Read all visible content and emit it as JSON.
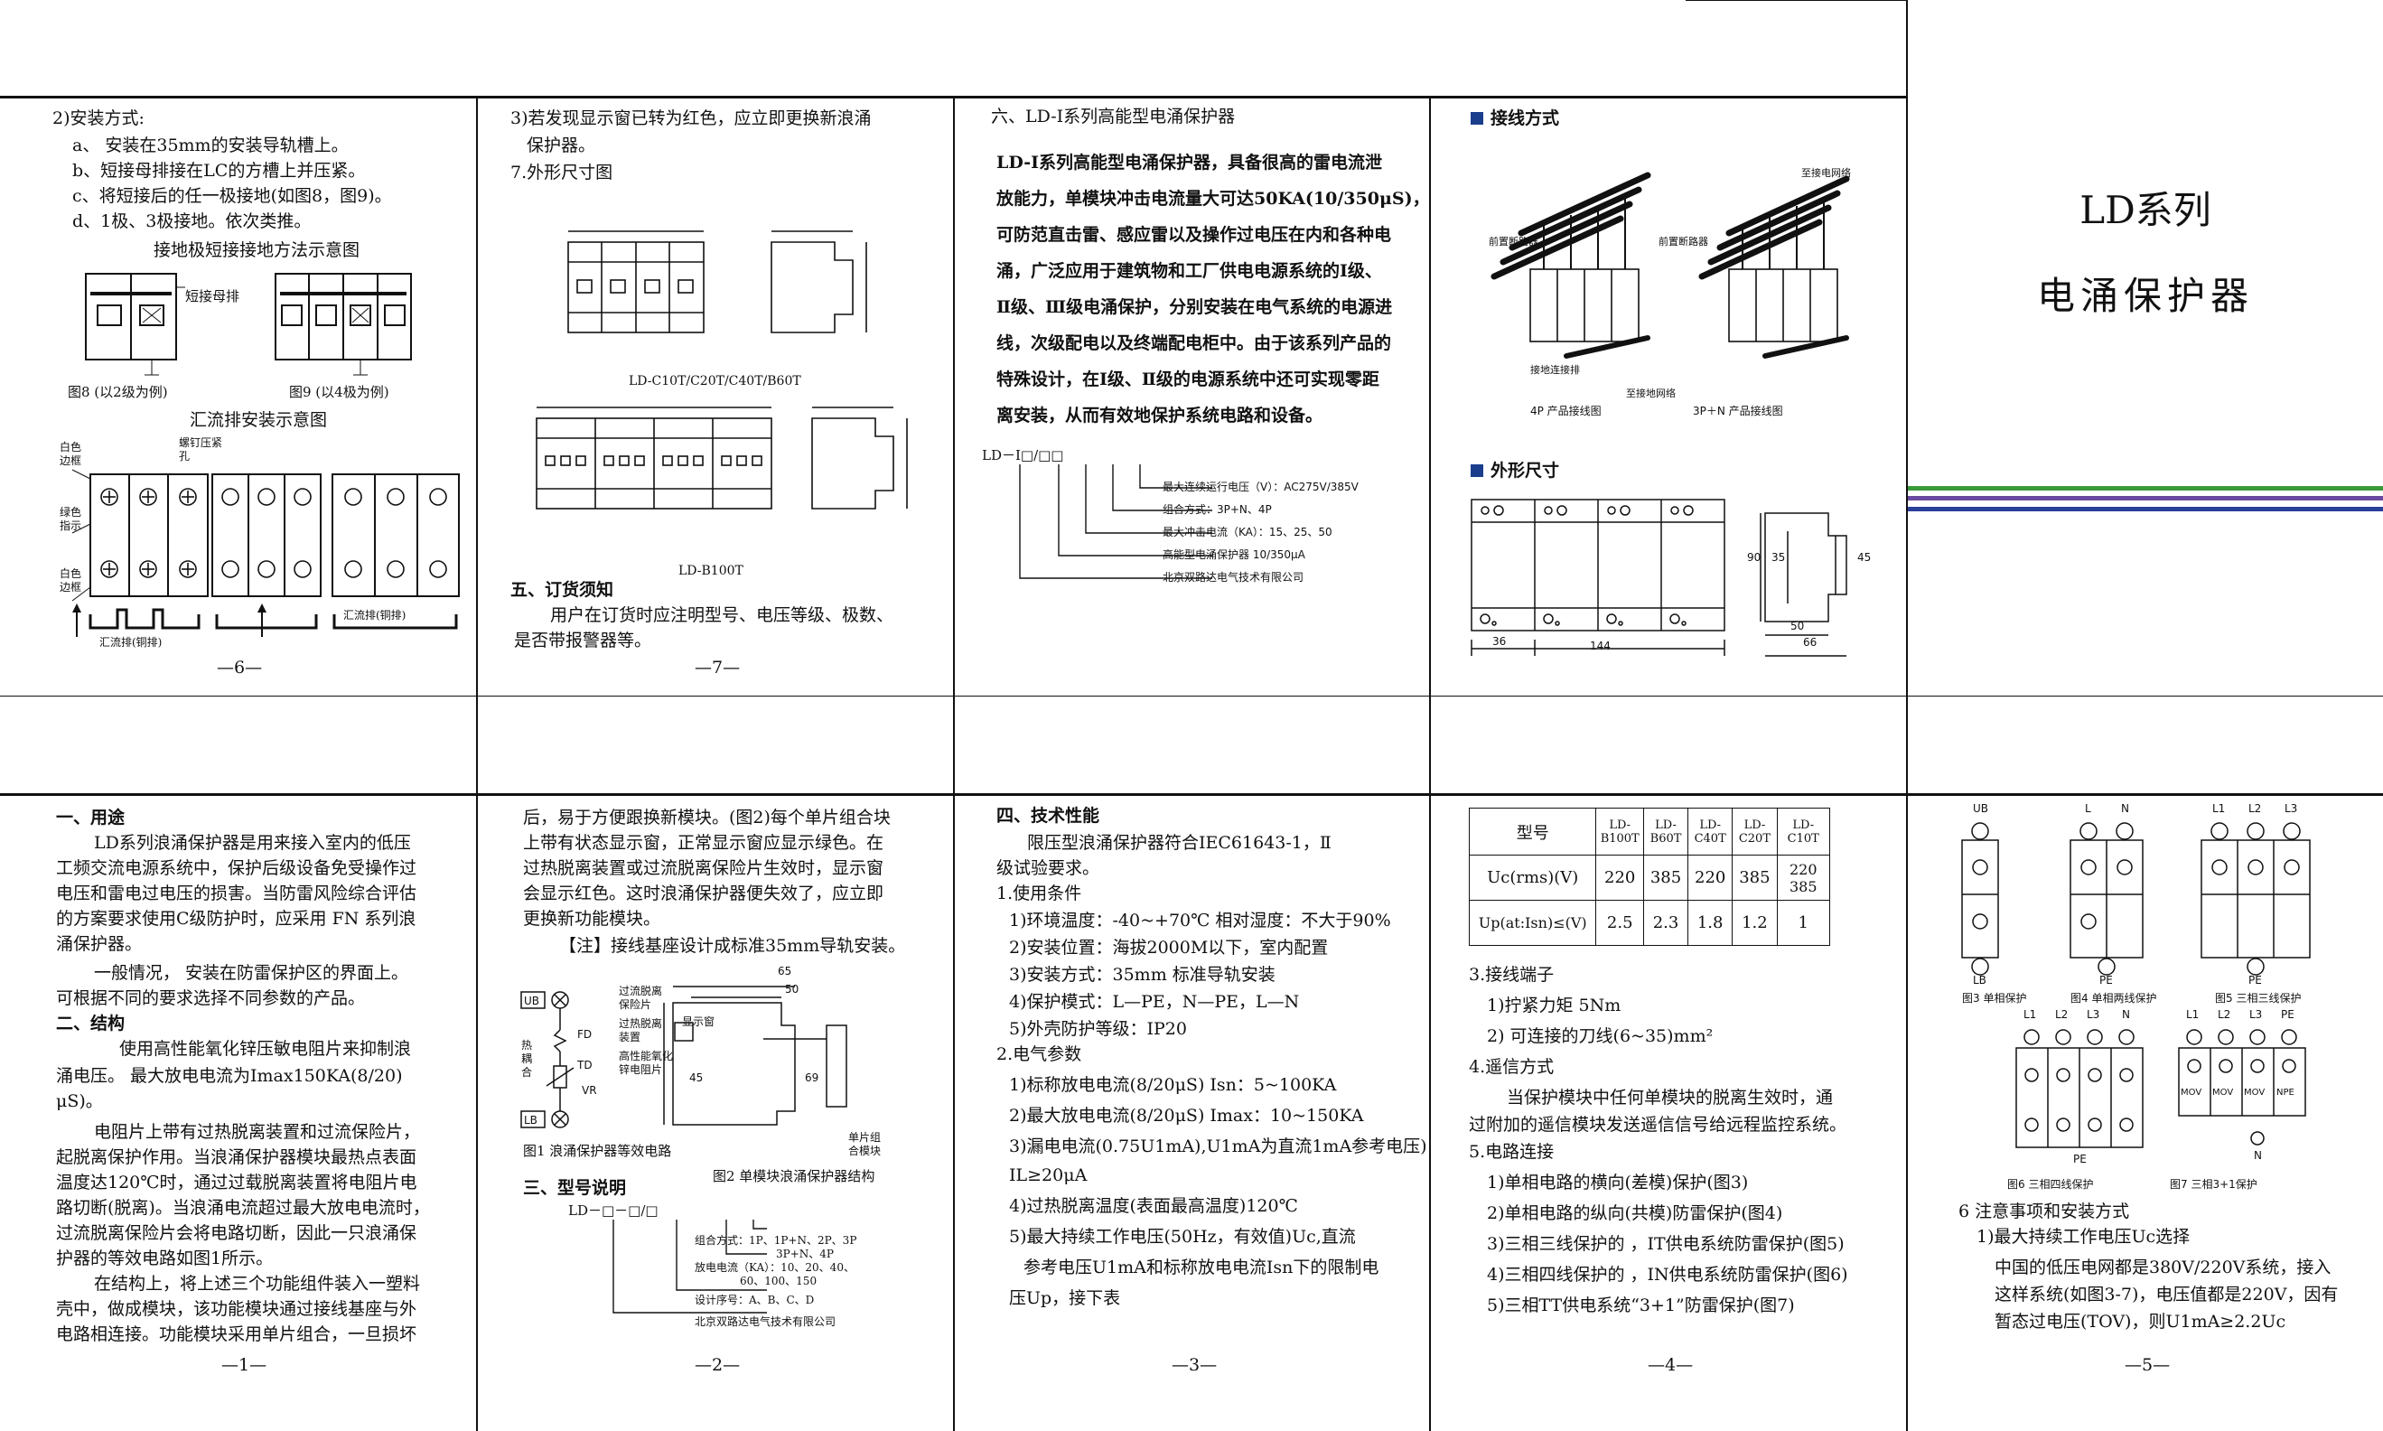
{
  "cover": {
    "title_line1": "LD系列",
    "title_line2": "电涌保护器"
  },
  "page6": {
    "install_heading": "2)安装方式:",
    "install_items": [
      "a、    安装在35mm的安装导轨槽上。",
      "b、短接母排接在LC的方槽上并压紧。",
      "c、将短接后的任一极接地(如图8，图9)。",
      "d、1极、3极接地。依次类推。"
    ],
    "ground_title": "接地极短接接地方法示意图",
    "short_bar_label": "短接母排",
    "fig8": "图8 (以2级为例)",
    "fig9": "图9 (以4极为例)",
    "busbar_title": "汇流排安装示意图",
    "label_white_edge_top": "白色边框",
    "label_screw": "螺钉压紧孔",
    "label_green": "绿色指示",
    "label_white_edge_bottom": "白色边框",
    "busbar_label": "汇流排(铜排)",
    "page_number": "—6—"
  },
  "page7": {
    "lines": [
      "3)若发现显示窗已转为红色，应立即更换新浪涌",
      "保护器。",
      "7.外形尺寸图"
    ],
    "model_top": "LD-C10T/C20T/C40T/B60T",
    "model_bottom": "LD-B100T",
    "order_heading": "五、订货须知",
    "order_text": [
      "用户在订货时应注明型号、电压等级、极数、",
      "是否带报警器等。"
    ],
    "page_number": "—7—"
  },
  "page_ld1": {
    "heading": "六、LD-Ⅰ系列高能型电涌保护器",
    "body": [
      "LD-Ⅰ系列高能型电涌保护器，具备很高的雷电流泄",
      "放能力，单模块冲击电流量大可达50KA(10/350μS)，",
      "可防范直击雷、感应雷以及操作过电压在内和各种电",
      "涌，广泛应用于建筑物和工厂供电电源系统的Ⅰ级、",
      "Ⅱ级、Ⅲ级电涌保护，分别安装在电气系统的电源进",
      "线，次级配电以及终端配电柜中。由于该系列产品的",
      "特殊设计，在Ⅰ级、Ⅱ级的电源系统中还可实现零距",
      "离安装，从而有效地保护系统电路和设备。"
    ],
    "code": "LD－Ⅰ□/□□",
    "code_items": [
      "最大连续运行电压（V）：AC275V/385V",
      "组合方式：3P+N、4P",
      "最大冲击电流（KA）：15、25、50",
      "高能型电涌保护器 10/350μA",
      "北京双路达电气技术有限公司"
    ]
  },
  "page_wiring": {
    "wiring_heading": "接线方式",
    "label_to_grid": "至接电网络",
    "label_breaker_left": "前置断路器",
    "label_breaker_right": "前置断路器",
    "label_ground_bar": "接地连接排",
    "label_to_ground": "至接地网络",
    "fig_4p": "4P 产品接线图",
    "fig_3pn": "3P＋N 产品接线图",
    "dims_heading": "外形尺寸",
    "dim_36": "36",
    "dim_144": "144",
    "dim_50": "50",
    "dim_66": "66",
    "dim_90": "90",
    "dim_35": "35",
    "dim_45": "45"
  },
  "page1": {
    "heading_use": "一、用途",
    "use_text": [
      "LD系列浪涌保护器是用来接入室内的低压",
      "工频交流电源系统中，保护后级设备免受操作过",
      "电压和雷电过电压的损害。当防雷风险综合评估",
      "的方案要求使用C级防护时，应采用 FN 系列浪",
      "涌保护器。",
      "一般情况，    安装在防雷保护区的界面上。",
      "可根据不同的要求选择不同参数的产品。"
    ],
    "heading_struct": "二、结构",
    "struct_text": [
      "使用高性能氧化锌压敏电阻片来抑制浪",
      "涌电压。     最大放电电流为Imax150KA(8/20)",
      "μS)。",
      "电阻片上带有过热脱离装置和过流保险片，",
      "起脱离保护作用。当浪涌保护器模块最热点表面",
      "温度达120℃时，通过过载脱离装置将电阻片电",
      "路切断(脱离)。当浪涌电流超过最大放电电流时，",
      "过流脱离保险片会将电路切断，因此一只浪涌保",
      "护器的等效电路如图1所示。",
      "在结构上，将上述三个功能组件装入一塑料",
      "壳中，做成模块，该功能模块通过接线基座与外",
      "电路相连接。功能模块采用单片组合，一旦损坏"
    ],
    "page_number": "—1—"
  },
  "page2": {
    "text": [
      "后，易于方便跟换新模块。(图2)每个单片组合块",
      "上带有状态显示窗，正常显示窗应显示绿色。在",
      "过热脱离装置或过流脱离保险片生效时，显示窗",
      "会显示红色。这时浪涌保护器便失效了，应立即",
      "更换新功能模块。",
      "【注】接线基座设计成标准35mm导轨安装。"
    ],
    "circ_labels": {
      "ub": "UB",
      "lb": "LB",
      "hot": "热耦合",
      "fd": "FD",
      "td": "TD",
      "vr": "VR",
      "overcurrent": "过流脱离保险片",
      "overheat": "过热脱离装置",
      "varistor": "高性能氧化锌电阻片",
      "display": "显示窗",
      "module": "单片组合模块",
      "dim65": "65",
      "dim50": "50",
      "dim45": "45",
      "dim69": "69"
    },
    "fig1": "图1 浪涌保护器等效电路",
    "fig2": "图2 单模块浪涌保护器结构",
    "model_heading": "三、型号说明",
    "model_code": "LD－□－□/□",
    "model_items": [
      "组合方式：1P、1P+N、2P、3P",
      "3P+N、4P",
      "放电电流（KA）：10、20、40、",
      "60、100、150",
      "设计序号：A、B、C、D",
      "北京双路达电气技术有限公司"
    ],
    "page_number": "—2—"
  },
  "page3": {
    "heading": "四、技术性能",
    "lines": [
      "限压型浪涌保护器符合IEC61643-1，Ⅱ",
      "级试验要求。",
      "1.使用条件",
      "1)环境温度：-40~+70℃ 相对湿度：不大于90%",
      "2)安装位置：海拔2000M以下，室内配置",
      "3)安装方式：35mm 标准导轨安装",
      "4)保护模式：L—PE，N—PE，L—N",
      "5)外壳防护等级：IP20",
      "2.电气参数",
      "1)标称放电电流(8/20μS) Isn：5~100KA",
      "2)最大放电电流(8/20μS) Imax：10~150KA",
      "3)漏电电流(0.75U1mA),U1mA为直流1mA参考电压)",
      "IL≥20μA",
      "4)过热脱离温度(表面最高温度)120℃",
      "5)最大持续工作电压(50Hz，有效值)Uc,直流",
      "参考电压U1mA和标称放电电流Isn下的限制电",
      "压Up，接下表"
    ],
    "page_number": "—3—"
  },
  "page4": {
    "table": {
      "header_label": "型号",
      "models": [
        "LD-B100T",
        "LD-B60T",
        "LD-C40T",
        "LD-C20T",
        "LD-C10T"
      ],
      "row1_label": "Uc(rms)(V)",
      "row1": [
        "220",
        "385",
        "220",
        "385",
        "220 385"
      ],
      "row2_label": "Up(at:Isn)≤(V)",
      "row2": [
        "2.5",
        "2.3",
        "1.8",
        "1.2",
        "1"
      ]
    },
    "lines": [
      "3.接线端子",
      "1)拧紧力矩    5Nm",
      "2) 可连接的刀线(6~35)mm²",
      "4.遥信方式",
      "当保护模块中任何单模块的脱离生效时，通",
      "过附加的遥信模块发送遥信信号给远程监控系统。",
      "5.电路连接",
      "1)单相电路的横向(差模)保护(图3)",
      "2)单相电路的纵向(共模)防雷保护(图4)",
      "3)三相三线保护的    ，IT供电系统防雷保护(图5)",
      "4)三相四线保护的    ，IN供电系统防雷保护(图6)",
      "5)三相TT供电系统“3+1”防雷保护(图7)"
    ],
    "page_number": "—4—"
  },
  "page5": {
    "fig3": "图3 单相保护",
    "fig4": "图4 单相两线保护",
    "fig5": "图5 三相三线保护",
    "fig6": "图6 三相四线保护",
    "fig7": "图7 三相3+1保护",
    "labels": {
      "ub": "UB",
      "lb": "LB",
      "l": "L",
      "n": "N",
      "pe": "PE",
      "l1": "L1",
      "l2": "L2",
      "l3": "L3",
      "mov": "MOV",
      "npe": "NPE"
    },
    "notes_heading": "6 注意事项和安装方式",
    "notes": [
      "1)最大持续工作电压Uc选择",
      "中国的低压电网都是380V/220V系统，接入",
      "这样系统(如图3-7)，电压值都是220V，因有",
      "暂态过电压(TOV)，则U1mA≥2.2Uc"
    ],
    "page_number": "—5—"
  },
  "colors": {
    "stripe_green": "#3a9a3a",
    "stripe_purple": "#6a4aa0",
    "stripe_blue": "#2a3f9a",
    "heading_square": "#1a3e8c"
  }
}
